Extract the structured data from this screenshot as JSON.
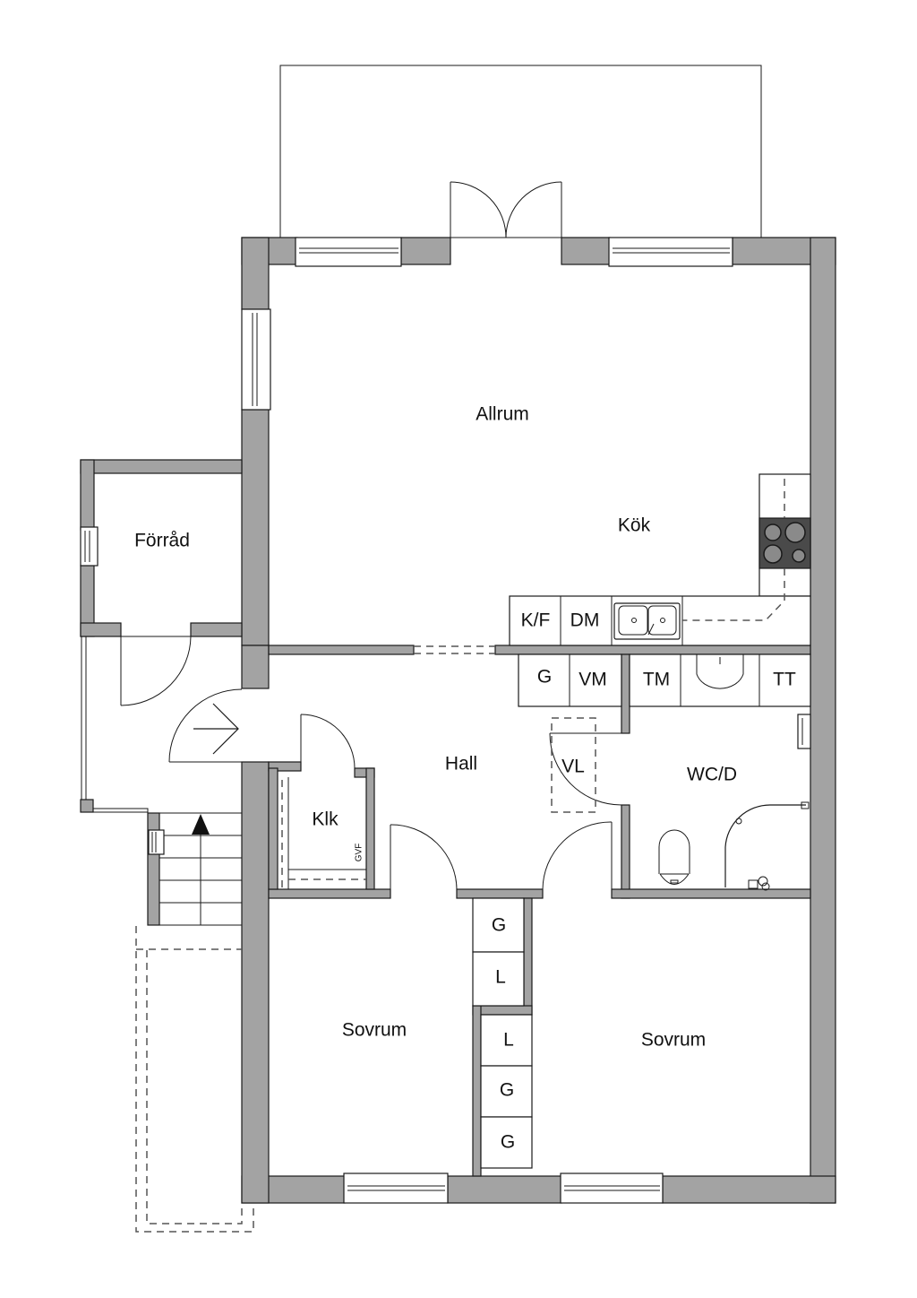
{
  "plan": {
    "rooms": {
      "allrum": "Allrum",
      "kok": "Kök",
      "forrad": "Förråd",
      "hall": "Hall",
      "klk": "Klk",
      "wc_d": "WC/D",
      "sovrum_left": "Sovrum",
      "sovrum_right": "Sovrum"
    },
    "fixtures": {
      "kf": "K/F",
      "dm": "DM",
      "g_laundry": "G",
      "vm": "VM",
      "tm": "TM",
      "tt": "TT",
      "vl": "VL",
      "gvf": "GVF"
    },
    "closets": {
      "left_1": "G",
      "left_2": "L",
      "right_1": "L",
      "right_2": "G",
      "right_3": "G"
    },
    "colors": {
      "wall": "#a3a3a3",
      "stove": "#4a4a4a",
      "line": "#1a1a1a"
    }
  }
}
